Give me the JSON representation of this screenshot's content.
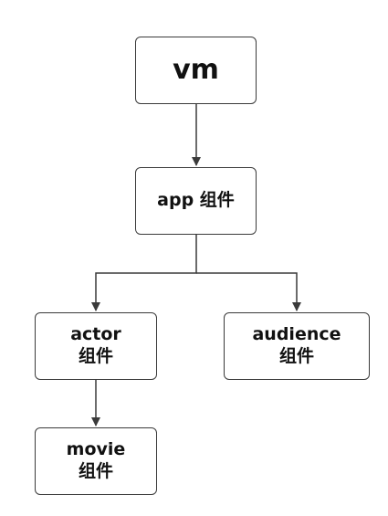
{
  "nodes": {
    "vm": {
      "lines": [
        "vm"
      ]
    },
    "app": {
      "lines": [
        "app 组件"
      ]
    },
    "actor": {
      "lines": [
        "actor",
        "组件"
      ]
    },
    "audience": {
      "lines": [
        "audience",
        "组件"
      ]
    },
    "movie": {
      "lines": [
        "movie",
        "组件"
      ]
    }
  },
  "edges": [
    {
      "from": "vm",
      "to": "app"
    },
    {
      "from": "app",
      "to": "actor"
    },
    {
      "from": "app",
      "to": "audience"
    },
    {
      "from": "actor",
      "to": "movie"
    }
  ],
  "colors": {
    "stroke": "#3a3a3a",
    "text": "#111111",
    "background": "#ffffff"
  }
}
